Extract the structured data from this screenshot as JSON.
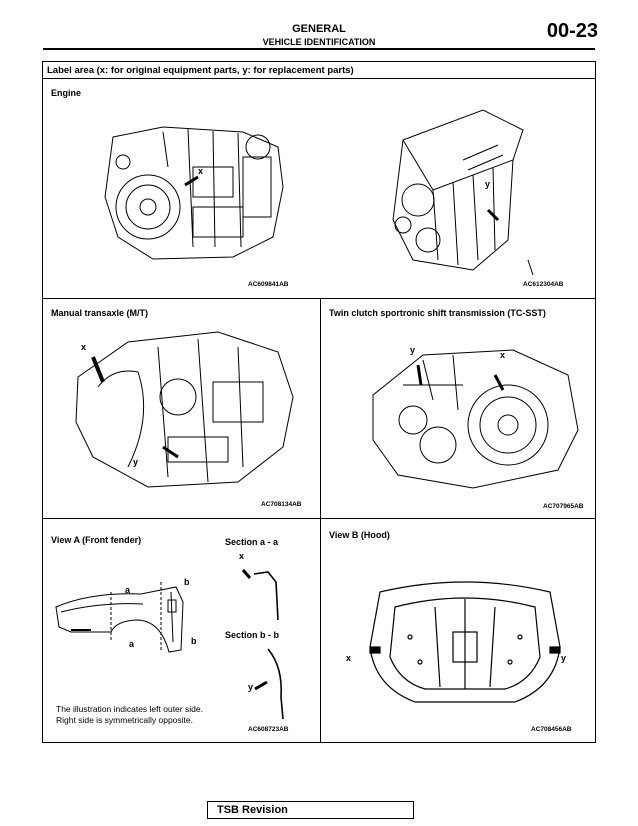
{
  "header": {
    "section": "GENERAL",
    "subsection": "VEHICLE IDENTIFICATION",
    "page_number": "00-23"
  },
  "table": {
    "title": "Label area (x: for original equipment parts, y: for replacement parts)",
    "engine": {
      "label": "Engine",
      "code_left": "AC609841AB",
      "code_right": "AC612304AB",
      "mark_x": "x",
      "mark_y": "y"
    },
    "manual": {
      "label": "Manual transaxle (M/T)",
      "code": "AC708134AB",
      "mark_x": "x",
      "mark_y": "y"
    },
    "twin": {
      "label": "Twin clutch sportronic shift transmission (TC-SST)",
      "code": "AC707965AB",
      "mark_x": "x",
      "mark_y": "y"
    },
    "view_a": {
      "label": "View A (Front fender)",
      "section_a": "Section a - a",
      "section_b": "Section b - b",
      "mark_a": "a",
      "mark_b": "b",
      "mark_x": "x",
      "mark_y": "y",
      "note_line1": "The illustration indicates left outer side.",
      "note_line2": "Right side is symmetrically opposite.",
      "code": "AC608723AB"
    },
    "view_b": {
      "label": "View B (Hood)",
      "code": "AC708456AB",
      "mark_x": "x",
      "mark_y": "y"
    }
  },
  "footer": {
    "tsb": "TSB Revision"
  }
}
